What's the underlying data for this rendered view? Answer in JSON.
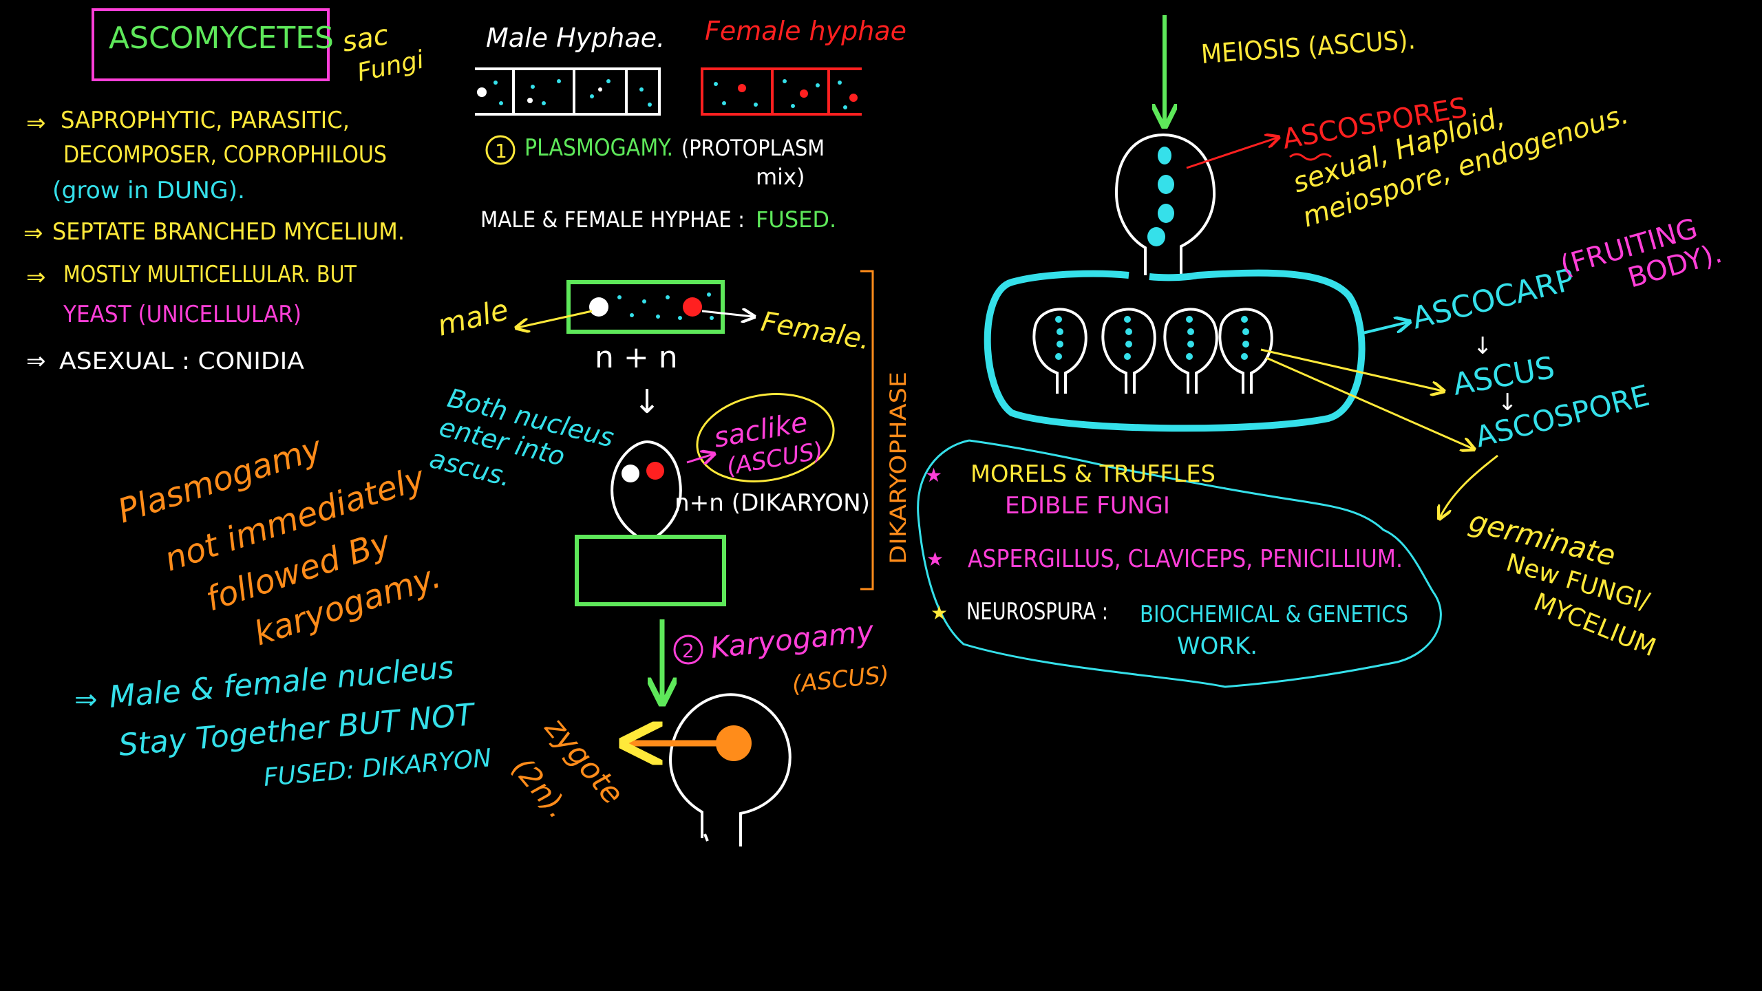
{
  "colors": {
    "background": "#000000",
    "pink": "#ff3fd8",
    "yellow": "#ffe93a",
    "cyan": "#35e0ea",
    "green": "#5ee85a",
    "orange": "#ff8c1a",
    "red": "#ff2020",
    "white": "#ffffff"
  },
  "title": {
    "main": "ASCOMYCETES",
    "sub1": "sac",
    "sub2": "Fungi"
  },
  "features": {
    "f1_arrow": "⇒",
    "f1_line1": "SAPROPHYTIC, PARASITIC,",
    "f1_line2": "DECOMPOSER, COPROPHILOUS",
    "f1_line3": "(grow in DUNG).",
    "f2_arrow": "⇒",
    "f2_line1": "SEPTATE BRANCHED MYCELIUM.",
    "f3_arrow": "⇒",
    "f3_line1": "MOSTLY MULTICELLULAR. BUT",
    "f3_line2": "YEAST (UNICELLULAR)",
    "f4_arrow": "⇒",
    "f4_line1": "ASEXUAL : CONIDIA"
  },
  "plasmogamy_note": {
    "line1": "Plasmogamy",
    "line2": "not immediately",
    "line3": "followed By",
    "line4": "karyogamy."
  },
  "dikaryon_note": {
    "arrow": "⇒",
    "line1": "Male & female nucleus",
    "line2": "Stay Together BUT NOT",
    "line3": "FUSED: DIKARYON"
  },
  "hyphae": {
    "male_label": "Male Hyphae.",
    "female_label": "Female hyphae",
    "step1_num": "1",
    "step1_text": "PLASMOGAMY.",
    "step1_paren": "(PROTOPLASM",
    "step1_mix": "mix)",
    "fused_prefix": "MALE & FEMALE HYPHAE :",
    "fused_word": "FUSED."
  },
  "fusion": {
    "male": "male",
    "female": "Female.",
    "ploidy": "n + n",
    "down_arrow": "↓",
    "both_line1": "Both nucleus",
    "both_line2": "enter into",
    "both_line3": "ascus.",
    "saclike_line1": "saclike",
    "saclike_line2": "(ASCUS)",
    "dikaryon": "n+n (DIKARYON)",
    "dikaryophase": "DIKARYOPHASE",
    "step2_num": "2",
    "step2_text": "Karyogamy",
    "step2_paren": "(ASCUS)",
    "zygote": "zygote",
    "zygote_ploidy": "(2n)."
  },
  "right": {
    "meiosis": "MEIOSIS (ASCUS).",
    "ascospores": "ASCOSPORES",
    "asc_desc1": "sexual, Haploid,",
    "asc_desc2": "meiospore, endogenous.",
    "ascocarp": "ASCOCARP",
    "fruiting1": "(FRUITING",
    "fruiting2": "BODY).",
    "ascus": "ASCUS",
    "ascospore": "ASCOSPORE",
    "small_arrow": "↓",
    "germinate": "germinate",
    "new1": "New FUNGI/",
    "new2": "MYCELIUM"
  },
  "examples": {
    "star": "★",
    "ex1_line1": "MORELS & TRUFFLES",
    "ex1_line2": "EDIBLE FUNGI",
    "ex2": "ASPERGILLUS, CLAVICEPS, PENICILLIUM.",
    "ex3_name": "NEUROSPURA :",
    "ex3_desc1": "BIOCHEMICAL & GENETICS",
    "ex3_desc2": "WORK."
  }
}
